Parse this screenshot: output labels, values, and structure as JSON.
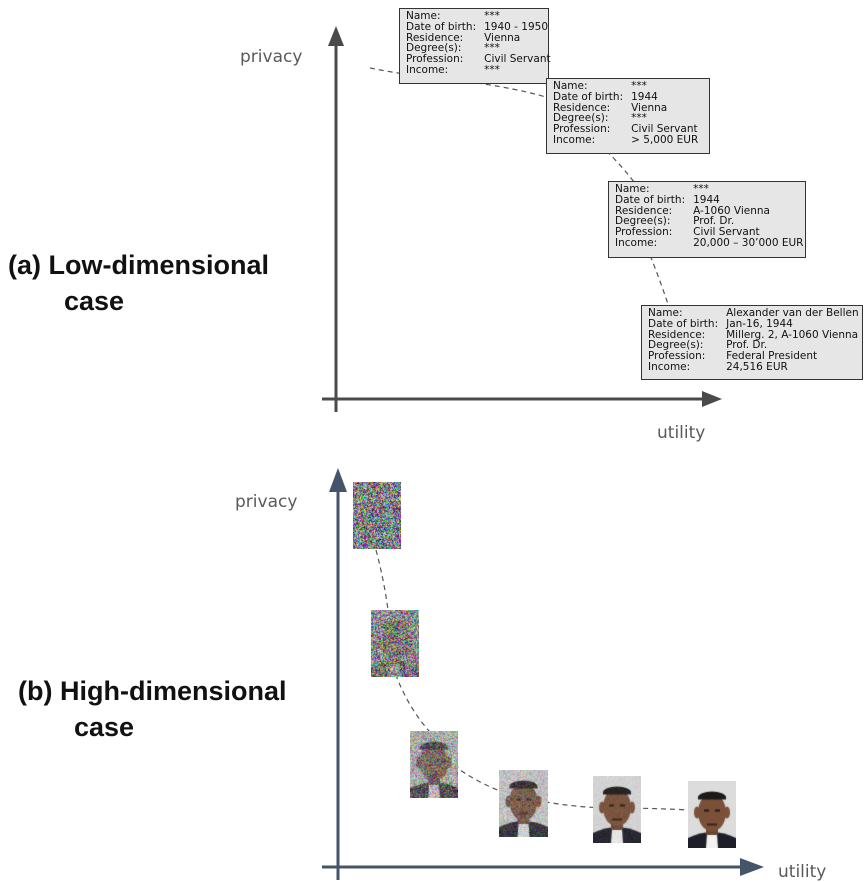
{
  "panel_a": {
    "case_line1": "(a) Low-dimensional",
    "case_line2": "case",
    "y_axis_label": "privacy",
    "x_axis_label": "utility",
    "records": [
      {
        "fields": [
          [
            "Name:",
            "***"
          ],
          [
            "Date of birth:",
            "1940 - 1950"
          ],
          [
            "Residence:",
            "Vienna"
          ],
          [
            "Degree(s):",
            "***"
          ],
          [
            "Profession:",
            "Civil Servant"
          ],
          [
            "Income:",
            "***"
          ]
        ]
      },
      {
        "fields": [
          [
            "Name:",
            "***"
          ],
          [
            "Date of birth:",
            "1944"
          ],
          [
            "Residence:",
            "Vienna"
          ],
          [
            "Degree(s):",
            "***"
          ],
          [
            "Profession:",
            "Civil Servant"
          ],
          [
            "Income:",
            "> 5,000 EUR"
          ]
        ]
      },
      {
        "fields": [
          [
            "Name:",
            "***"
          ],
          [
            "Date of birth:",
            "1944"
          ],
          [
            "Residence:",
            "A-1060 Vienna"
          ],
          [
            "Degree(s):",
            "Prof. Dr."
          ],
          [
            "Profession:",
            "Civil Servant"
          ],
          [
            "Income:",
            "20,000 – 30’000 EUR"
          ]
        ]
      },
      {
        "fields": [
          [
            "Name:",
            "Alexander van der Bellen"
          ],
          [
            "Date of birth:",
            "Jan-16, 1944"
          ],
          [
            "Residence:",
            "Millerg. 2, A-1060 Vienna"
          ],
          [
            "Degree(s):",
            "Prof. Dr."
          ],
          [
            "Profession:",
            "Federal President"
          ],
          [
            "Income:",
            "24,516 EUR"
          ]
        ]
      }
    ]
  },
  "panel_b": {
    "case_line1": "(b) High-dimensional",
    "case_line2": "case",
    "y_axis_label": "privacy",
    "x_axis_label": "utility",
    "images": [
      {
        "content": "noise",
        "noise_level": 1.0
      },
      {
        "content": "face",
        "noise_level": 0.85
      },
      {
        "content": "face",
        "noise_level": 0.55
      },
      {
        "content": "face",
        "noise_level": 0.3
      },
      {
        "content": "face",
        "noise_level": 0.1
      },
      {
        "content": "face",
        "noise_level": 0.0
      }
    ]
  },
  "colors": {
    "axis_a": "#4a4a4a",
    "axis_b": "#44546a",
    "card_bg": "#e6e6e6",
    "dashed": "#555555"
  }
}
